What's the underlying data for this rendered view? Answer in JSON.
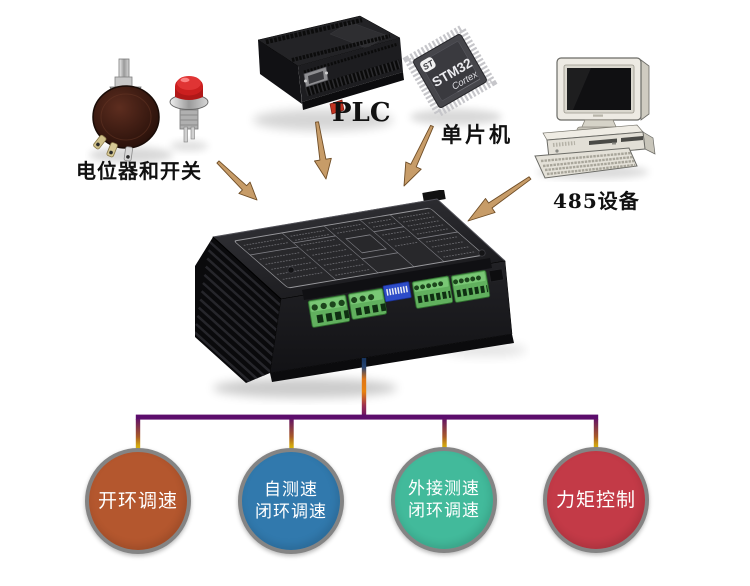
{
  "input_sources": [
    {
      "name": "potentiometer-and-switch",
      "label": "电位器和开关"
    },
    {
      "name": "plc",
      "label": "PLC"
    },
    {
      "name": "microcontroller",
      "label": "单片机",
      "chip_markings": {
        "logo": "ST",
        "line1": "STM32",
        "line2": "Cortex"
      }
    },
    {
      "name": "rs485-device",
      "label": "485设备"
    }
  ],
  "control_modes": [
    {
      "name": "open-loop-speed",
      "lines": [
        "开环调速",
        ""
      ],
      "fill": "#b4572e"
    },
    {
      "name": "self-feedback-closed-loop-speed",
      "lines": [
        "自测速",
        "闭环调速"
      ],
      "fill": "#3179ad"
    },
    {
      "name": "external-feedback-closed-loop",
      "lines": [
        "外接测速",
        "闭环调速"
      ],
      "fill": "#42ba9b"
    },
    {
      "name": "torque-control",
      "lines": [
        "力矩控制",
        ""
      ],
      "fill": "#c33a47"
    }
  ],
  "palette": {
    "arrow": "#c79c68",
    "arrow_outline": "#6f4d26",
    "trunk_purple": "#5c0d6c",
    "stem_navy": "#1c3a6e",
    "stem_orange": "#e87d12",
    "drop_yellow": "#f2e40c",
    "circle_border_gray": "#848484",
    "circle_text": "#ffffff",
    "label_text": "#111111"
  }
}
